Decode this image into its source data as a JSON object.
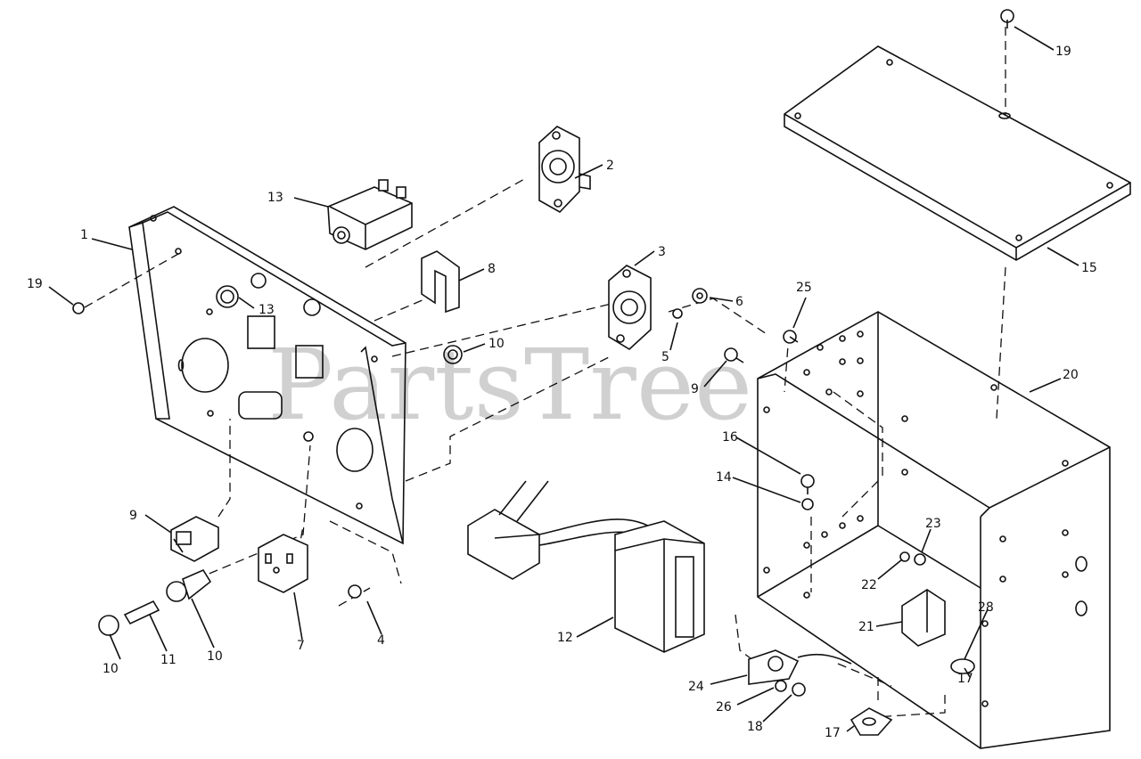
{
  "watermark": "PartsTree",
  "callouts": [
    {
      "id": "c1",
      "text": "1"
    },
    {
      "id": "c2",
      "text": "2"
    },
    {
      "id": "c3",
      "text": "3"
    },
    {
      "id": "c4",
      "text": "4"
    },
    {
      "id": "c5",
      "text": "5"
    },
    {
      "id": "c6",
      "text": "6"
    },
    {
      "id": "c7",
      "text": "7"
    },
    {
      "id": "c8",
      "text": "8"
    },
    {
      "id": "c9a",
      "text": "9"
    },
    {
      "id": "c9b",
      "text": "9"
    },
    {
      "id": "c10a",
      "text": "10"
    },
    {
      "id": "c10b",
      "text": "10"
    },
    {
      "id": "c10c",
      "text": "10"
    },
    {
      "id": "c11",
      "text": "11"
    },
    {
      "id": "c12",
      "text": "12"
    },
    {
      "id": "c13a",
      "text": "13"
    },
    {
      "id": "c13b",
      "text": "13"
    },
    {
      "id": "c14",
      "text": "14"
    },
    {
      "id": "c15",
      "text": "15"
    },
    {
      "id": "c16",
      "text": "16"
    },
    {
      "id": "c17a",
      "text": "17"
    },
    {
      "id": "c17b",
      "text": "17"
    },
    {
      "id": "c18",
      "text": "18"
    },
    {
      "id": "c19a",
      "text": "19"
    },
    {
      "id": "c19b",
      "text": "19"
    },
    {
      "id": "c20",
      "text": "20"
    },
    {
      "id": "c21",
      "text": "21"
    },
    {
      "id": "c22",
      "text": "22"
    },
    {
      "id": "c23",
      "text": "23"
    },
    {
      "id": "c24",
      "text": "24"
    },
    {
      "id": "c25",
      "text": "25"
    },
    {
      "id": "c26",
      "text": "26"
    },
    {
      "id": "c28",
      "text": "28"
    }
  ]
}
